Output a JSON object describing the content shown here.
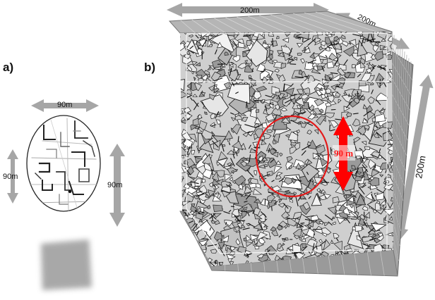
{
  "panels": {
    "a": {
      "label": "a)",
      "width_label": "90m",
      "left_height_label": "90m",
      "right_height_label": "90m"
    },
    "b": {
      "label": "b)",
      "top_label": "200m",
      "depth_label": "200m",
      "side_label": "200m",
      "highlight_label": "90 m"
    }
  },
  "colors": {
    "arrow_gray": "#a6a6a6",
    "highlight_red": "#ff0000",
    "fracture_dark": "#2a2a2a",
    "fracture_fill": "#bdbdbd",
    "grid_wall": "#8c8c8c"
  }
}
